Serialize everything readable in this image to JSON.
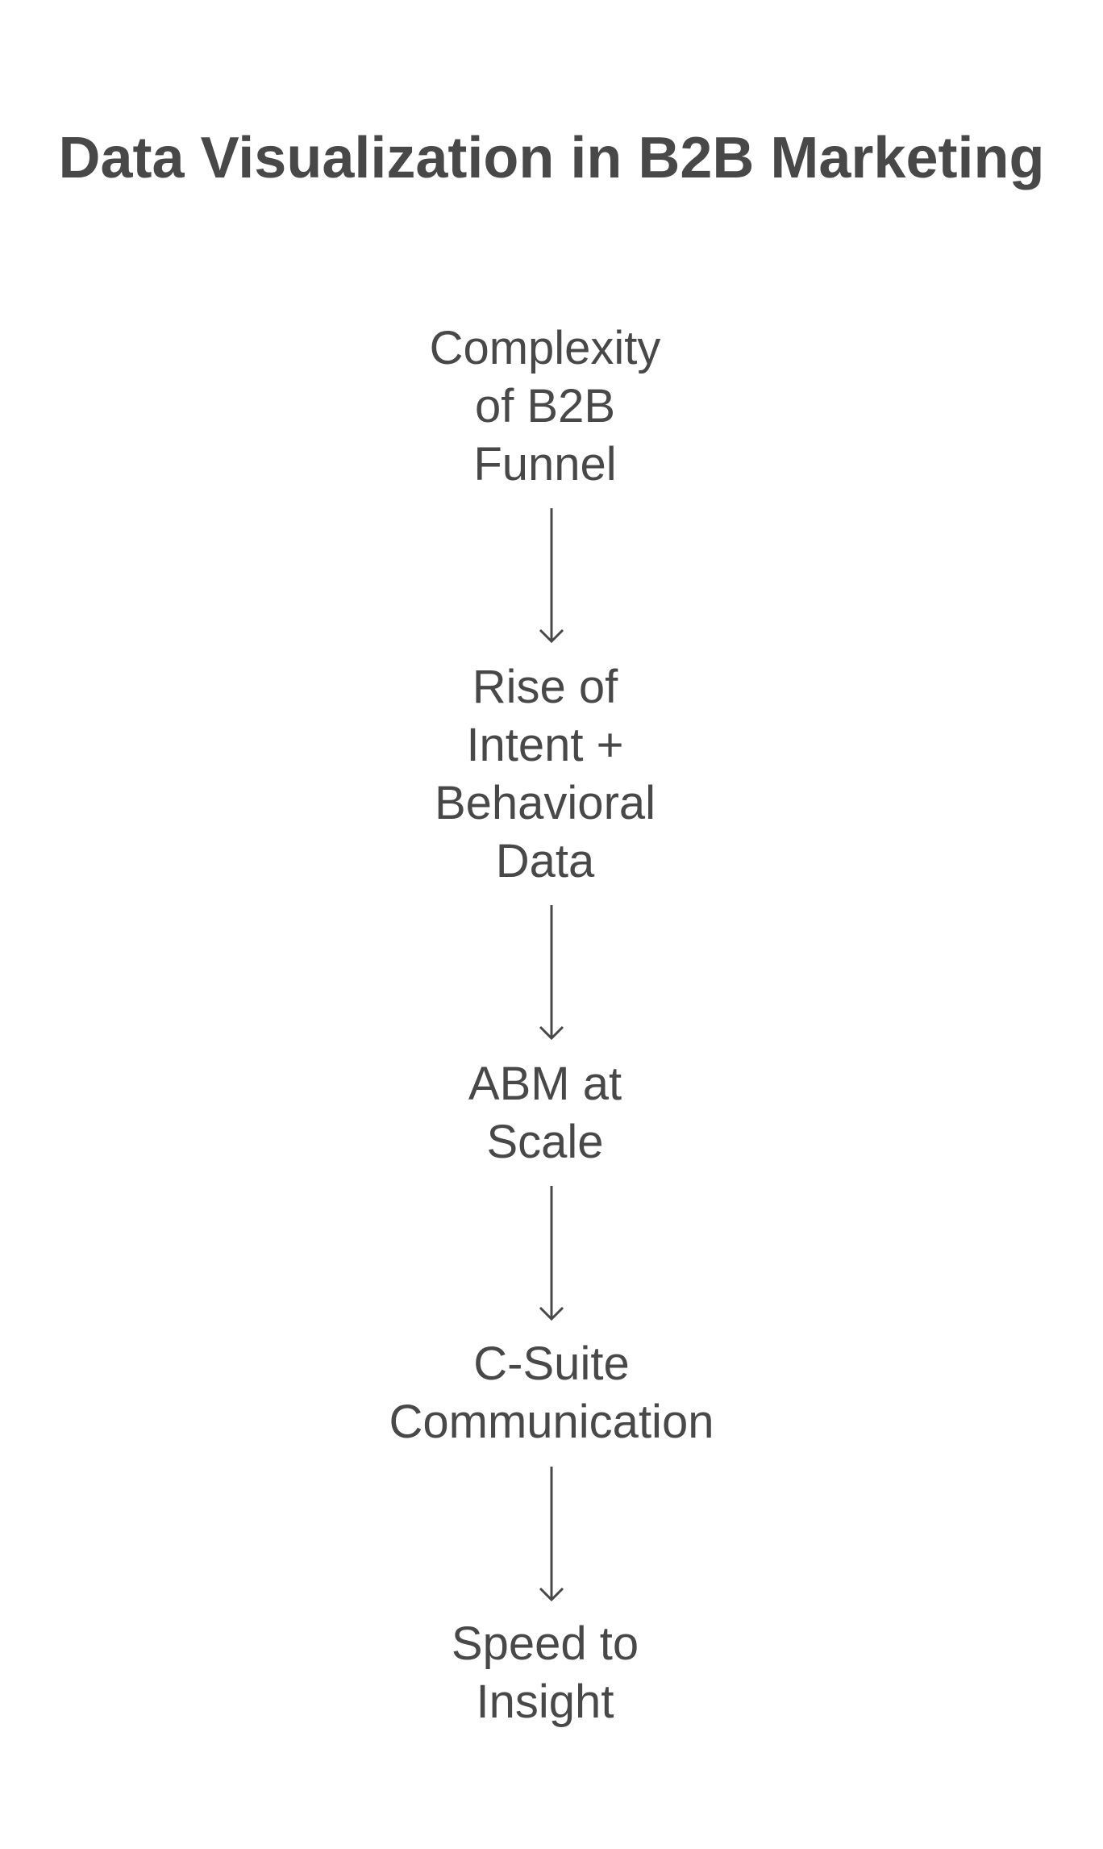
{
  "title": "Data Visualization in B2B Marketing",
  "nodes": [
    {
      "lines": [
        "Complexity",
        "of B2B",
        "Funnel"
      ]
    },
    {
      "lines": [
        "Rise of",
        "Intent +",
        "Behavioral",
        "Data"
      ]
    },
    {
      "lines": [
        "ABM at",
        "Scale"
      ]
    },
    {
      "lines": [
        "C-Suite",
        "Communication"
      ]
    },
    {
      "lines": [
        "Speed to",
        "Insight"
      ]
    }
  ],
  "colors": {
    "text": "#484848",
    "background": "#ffffff"
  }
}
